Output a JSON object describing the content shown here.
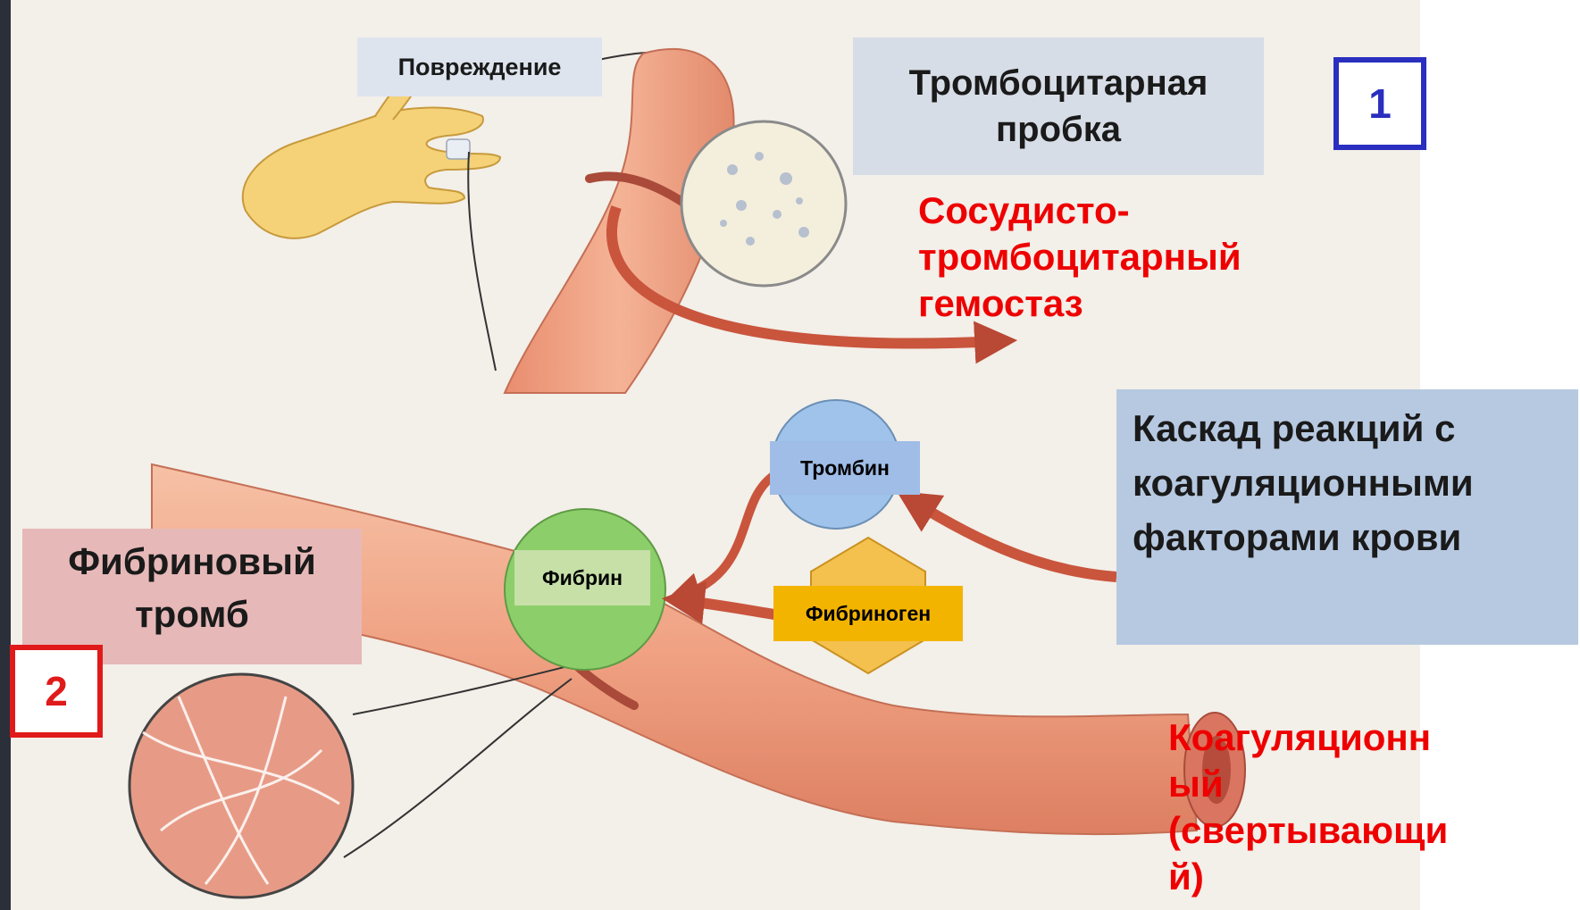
{
  "labels": {
    "damage": "Повреждение",
    "platelet_plug": "Тромбоцитарная\nпробка",
    "number_1": "1",
    "number_2": "2",
    "vascular_platelet_hemostasis": "Сосудисто-\nтромбоцитарный\nгемостаз",
    "cascade": "Каскад реакций с\nкоагуляционными\nфакторами крови",
    "thrombin": "Тромбин",
    "fibrin": "Фибрин",
    "fibrinogen": "Фибриноген",
    "fibrin_thrombus": "Фибриновый\nтромб",
    "coagulation": "Коагуляционн\nый\n(свертывающи\nй)"
  },
  "colors": {
    "accent_red": "#ee0000",
    "number_1_border": "#2a2fbf",
    "number_2_border": "#e01a1a",
    "thrombin_circle": "#9fc3ea",
    "fibrin_circle": "#8ccf6a",
    "fibrinogen_hexagon": "#f4c04e",
    "vessel": "#f0a98a",
    "arrow": "#c9553d"
  }
}
